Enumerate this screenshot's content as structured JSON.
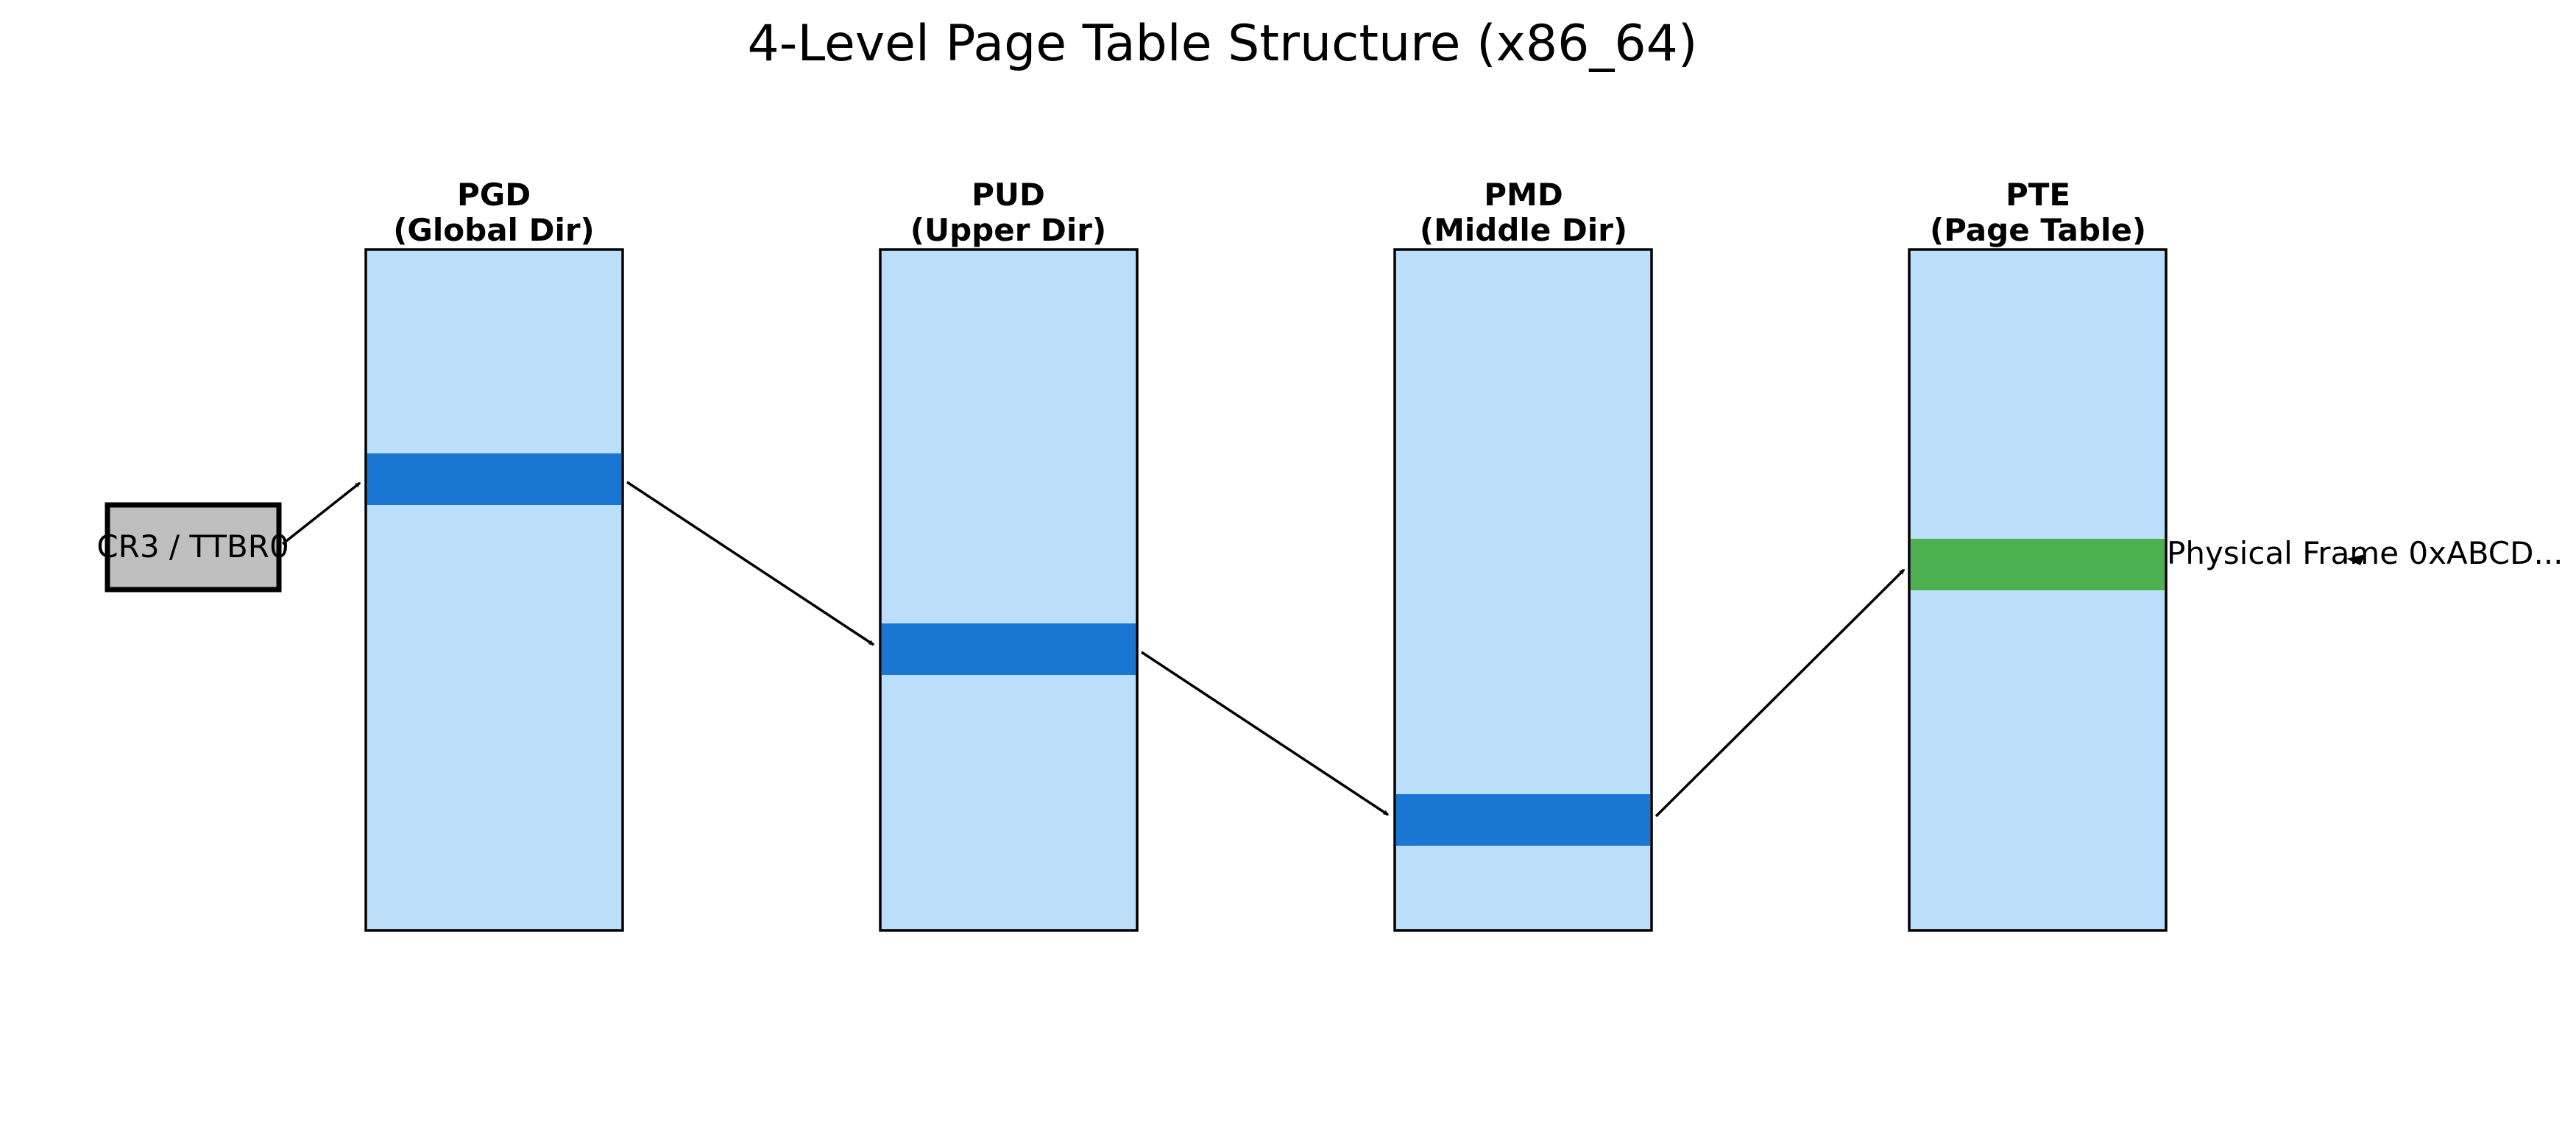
{
  "title": "4-Level Page Table Structure (x86_64)",
  "register": {
    "label": "CR3 / TTBR0",
    "fill": "#bfbfbf",
    "stroke": "#000000"
  },
  "levels": [
    {
      "id": "pgd",
      "name": "PGD",
      "subtitle": "(Global Dir)",
      "entry_color": "#1976d2"
    },
    {
      "id": "pud",
      "name": "PUD",
      "subtitle": "(Upper Dir)",
      "entry_color": "#1976d2"
    },
    {
      "id": "pmd",
      "name": "PMD",
      "subtitle": "(Middle Dir)",
      "entry_color": "#1976d2"
    },
    {
      "id": "pte",
      "name": "PTE",
      "subtitle": "(Page Table)",
      "entry_color": "#4caf50"
    }
  ],
  "table_fill": "#bbdefb",
  "physical_frame": {
    "label": "Physical Frame 0xABCD..."
  }
}
